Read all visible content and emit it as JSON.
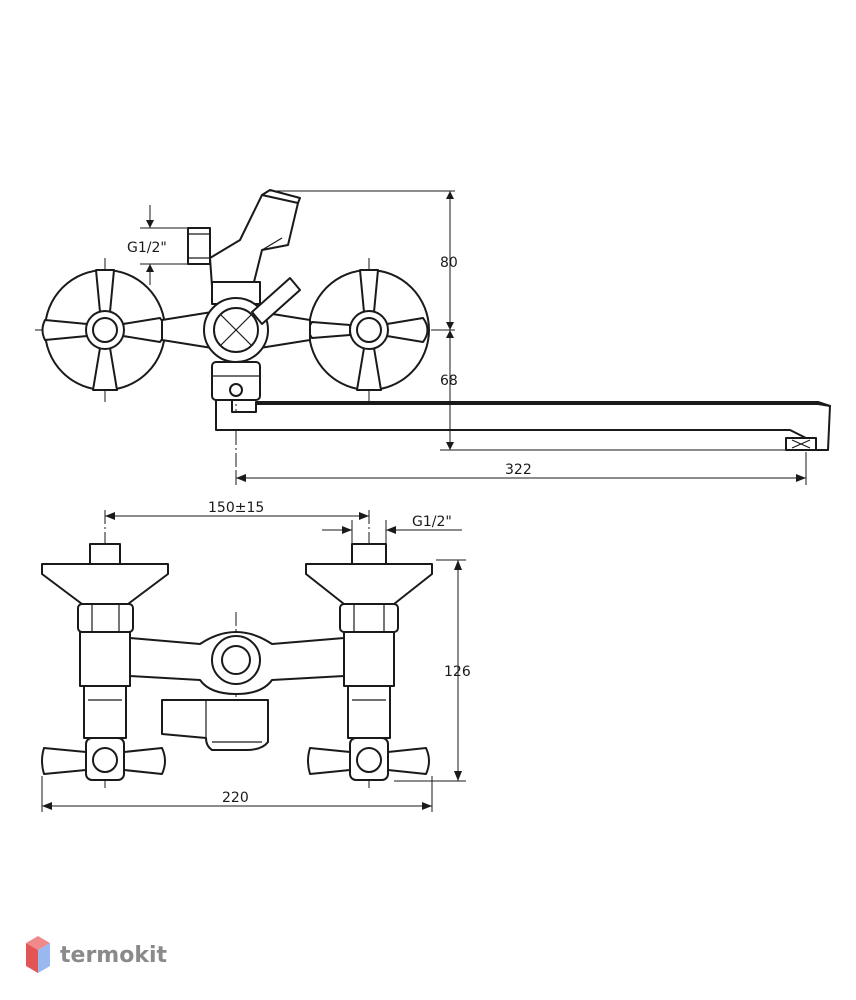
{
  "top_view": {
    "inlet_thread": "G1/2\"",
    "dim_height_upper": "80",
    "dim_height_lower": "68",
    "dim_spout_length": "322"
  },
  "front_view": {
    "dim_center_distance": "150±15",
    "inlet_thread": "G1/2\"",
    "dim_height": "126",
    "dim_overall_width": "220"
  },
  "logo": {
    "text": "termokit",
    "colors": {
      "top": "#f08a8a",
      "left": "#e25555",
      "right": "#9ab8f0",
      "text": "#8a8a8a"
    }
  }
}
